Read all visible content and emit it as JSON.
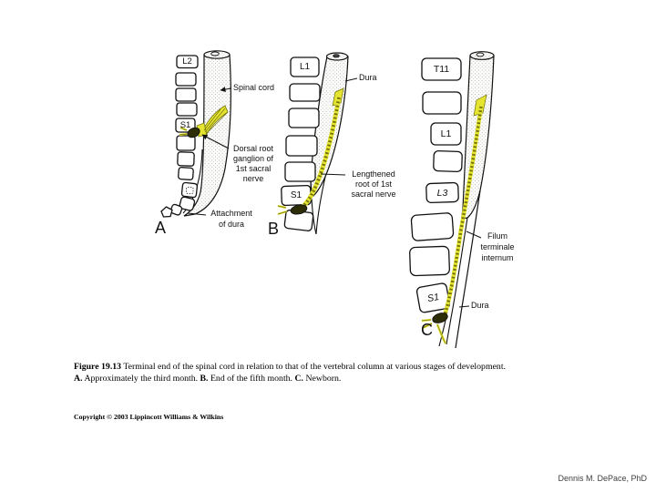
{
  "figure": {
    "panels": {
      "a": {
        "letter": "A",
        "vertebrae": {
          "top": "L2",
          "sacral": "S1"
        },
        "labels": {
          "spinal_cord": "Spinal cord",
          "dorsal_root": "Dorsal root\nganglion of\n1st sacral\nnerve",
          "attachment": "Attachment\nof dura"
        }
      },
      "b": {
        "letter": "B",
        "vertebrae": {
          "top": "L1",
          "sacral": "S1"
        },
        "labels": {
          "dura": "Dura",
          "lengthened_root": "Lengthened\nroot of 1st\nsacral nerve"
        }
      },
      "c": {
        "letter": "C",
        "vertebrae": {
          "t11": "T11",
          "l1": "L1",
          "l3": "L3",
          "s1": "S1"
        },
        "labels": {
          "filum": "Filum\nterminale\ninternum",
          "dura": "Dura"
        }
      }
    },
    "caption": {
      "segments": [
        {
          "text": "Figure 19.13",
          "bold": true
        },
        {
          "text": " Terminal end of the spinal cord in relation to that of the vertebral column at various stages of development. ",
          "bold": false
        },
        {
          "text": "A.",
          "bold": true
        },
        {
          "text": " Approximately the third month. ",
          "bold": false
        },
        {
          "text": "B.",
          "bold": true
        },
        {
          "text": " End of the fifth month. ",
          "bold": false
        },
        {
          "text": "C.",
          "bold": true
        },
        {
          "text": " Newborn.",
          "bold": false
        }
      ]
    },
    "copyright": "Copyright © 2003 Lippincott Williams & Wilkins",
    "attribution": "Dennis M. DePace, PhD",
    "colors": {
      "nerve_yellow": "#e4e431",
      "nerve_olive": "#70700a",
      "ganglion_dark": "#2d2d07",
      "ink": "#111111"
    }
  }
}
